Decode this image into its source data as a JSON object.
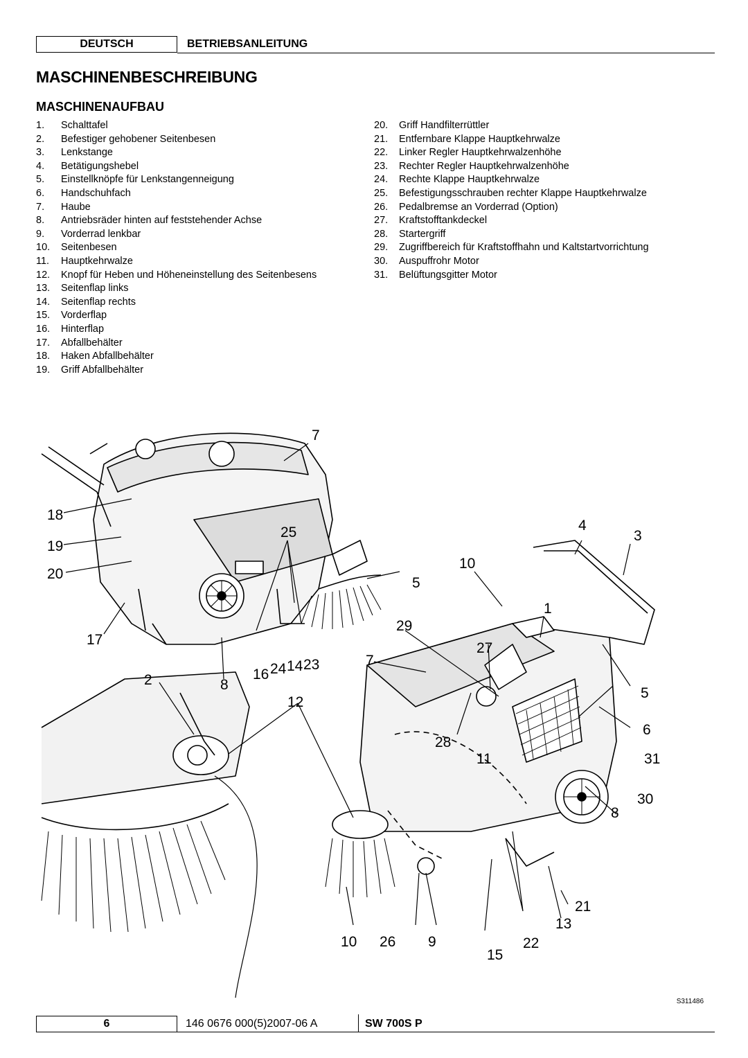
{
  "header": {
    "language": "DEUTSCH",
    "manual": "BETRIEBSANLEITUNG"
  },
  "section_title": "MASCHINENBESCHREIBUNG",
  "subsection_title": "MASCHINENAUFBAU",
  "parts_left": [
    {
      "n": "1.",
      "t": "Schalttafel"
    },
    {
      "n": "2.",
      "t": "Befestiger gehobener Seitenbesen"
    },
    {
      "n": "3.",
      "t": "Lenkstange"
    },
    {
      "n": "4.",
      "t": "Betätigungshebel"
    },
    {
      "n": "5.",
      "t": "Einstellknöpfe für Lenkstangenneigung"
    },
    {
      "n": "6.",
      "t": "Handschuhfach"
    },
    {
      "n": "7.",
      "t": "Haube"
    },
    {
      "n": "8.",
      "t": "Antriebsräder hinten auf feststehender Achse"
    },
    {
      "n": "9.",
      "t": "Vorderrad lenkbar"
    },
    {
      "n": "10.",
      "t": "Seitenbesen"
    },
    {
      "n": "11.",
      "t": "Hauptkehrwalze"
    },
    {
      "n": "12.",
      "t": "Knopf für Heben und Höheneinstellung des Seitenbesens"
    },
    {
      "n": "13.",
      "t": "Seitenflap links"
    },
    {
      "n": "14.",
      "t": "Seitenflap rechts"
    },
    {
      "n": "15.",
      "t": "Vorderflap"
    },
    {
      "n": "16.",
      "t": "Hinterflap"
    },
    {
      "n": "17.",
      "t": "Abfallbehälter"
    },
    {
      "n": "18.",
      "t": "Haken Abfallbehälter"
    },
    {
      "n": "19.",
      "t": "Griff Abfallbehälter"
    }
  ],
  "parts_right": [
    {
      "n": "20.",
      "t": "Griff Handfilterrüttler"
    },
    {
      "n": "21.",
      "t": "Entfernbare Klappe Hauptkehrwalze"
    },
    {
      "n": "22.",
      "t": "Linker Regler Hauptkehrwalzenhöhe"
    },
    {
      "n": "23.",
      "t": "Rechter Regler Hauptkehrwalzenhöhe"
    },
    {
      "n": "24.",
      "t": "Rechte Klappe Hauptkehrwalze"
    },
    {
      "n": "25.",
      "t": "Befestigungsschrauben rechter Klappe Hauptkehrwalze"
    },
    {
      "n": "26.",
      "t": "Pedalbremse an Vorderrad (Option)"
    },
    {
      "n": "27.",
      "t": "Kraftstofftankdeckel"
    },
    {
      "n": "28.",
      "t": "Startergriff"
    },
    {
      "n": "29.",
      "t": "Zugriffbereich für Kraftstoffhahn und Kaltstartvorrichtung"
    },
    {
      "n": "30.",
      "t": "Auspuffrohr Motor"
    },
    {
      "n": "31.",
      "t": "Belüftungsgitter Motor"
    }
  ],
  "figure_callouts": [
    "7",
    "18",
    "19",
    "20",
    "17",
    "2",
    "25",
    "8",
    "16",
    "24",
    "14",
    "23",
    "4",
    "3",
    "5",
    "10",
    "1",
    "29",
    "27",
    "7",
    "5",
    "12",
    "6",
    "28",
    "31",
    "11",
    "30",
    "8",
    "21",
    "13",
    "10",
    "26",
    "9",
    "15",
    "22"
  ],
  "figure_ref": "S311486",
  "footer": {
    "page": "6",
    "doc_number": "146 0676 000(5)2007-06 A",
    "model": "SW 700S P"
  }
}
